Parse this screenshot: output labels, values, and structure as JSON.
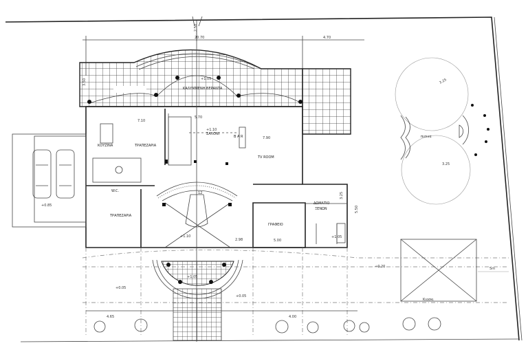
{
  "plan": {
    "rooms": {
      "veranda": "ΚΑΛΥΜΜΕΝΗ ΒΕΡΑΝΤΑ",
      "kitchen": "ΚΟΥΖΙΝΑ",
      "dining_top": "ΤΡΑΠΕΖΑΡΙΑ",
      "living": "ΣΑΛΟΝΙ",
      "bar": "B A R",
      "tv_room": "TV ROOM",
      "dining_bottom": "ΤΡΑΠΕΖΑΡΙΑ",
      "wc": "W.C.",
      "office": "ΓΡΑΦΕΙΟ",
      "guest_room_line1": "ΔΩΜΑΤΙΟ",
      "guest_room_line2": "ΞΕΝΩΝ",
      "pool": "πισινα",
      "kiosk": "Κιοσκι"
    },
    "dimensions": {
      "total_width": "20.70",
      "right_width": "4.70",
      "north_offset": "2.50",
      "veranda_depth": "3.50",
      "kitchen_width": "7.10",
      "living_width": "5.70",
      "tv_width": "7.90",
      "hall_width": "2.98",
      "office_width": "5.00",
      "guest_depth": "3.25",
      "guest_total": "5.50",
      "pool_radius_1": "3.25",
      "pool_radius_2": "3.25",
      "setback": "5m",
      "bottom_left": "4.65",
      "bottom_right": "4.00",
      "stair_steps": "12"
    },
    "levels": {
      "veranda": "+1.05",
      "living": "+1.10",
      "hall": "+1.10",
      "entry": "+1.05",
      "garden_left": "+0.05",
      "garden_mid": "+0.05",
      "garden_right": "+0.20",
      "garage": "+0.85",
      "guest_bath": "+1.05"
    }
  }
}
